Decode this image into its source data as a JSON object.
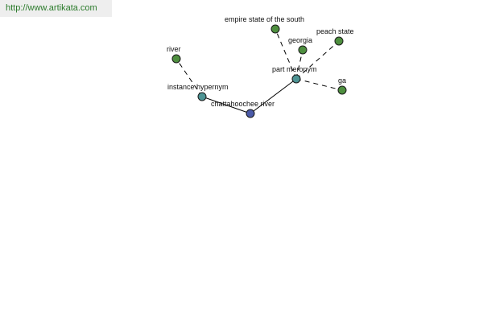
{
  "header": {
    "url": "http://www.artikata.com"
  },
  "colors": {
    "center": "#4b5aa8",
    "relation": "#4d9494",
    "leaf": "#4e8f3f",
    "url": "#2a7a2a"
  },
  "graph": {
    "nodes": {
      "chattahoochee": {
        "label": "chattahoochee river",
        "kind": "center"
      },
      "instance_hypernym": {
        "label": "instance hypernym",
        "kind": "relation"
      },
      "part_meronym": {
        "label": "part meronym",
        "kind": "relation"
      },
      "river": {
        "label": "river",
        "kind": "leaf"
      },
      "empire_state": {
        "label": "empire state of the south",
        "kind": "leaf"
      },
      "georgia": {
        "label": "georgia",
        "kind": "leaf"
      },
      "peach_state": {
        "label": "peach state",
        "kind": "leaf"
      },
      "ga": {
        "label": "ga",
        "kind": "leaf"
      }
    },
    "edges": [
      {
        "from": "chattahoochee",
        "to": "instance_hypernym",
        "style": "solid"
      },
      {
        "from": "chattahoochee",
        "to": "part_meronym",
        "style": "solid"
      },
      {
        "from": "instance_hypernym",
        "to": "river",
        "style": "dashed"
      },
      {
        "from": "part_meronym",
        "to": "empire_state",
        "style": "dashed"
      },
      {
        "from": "part_meronym",
        "to": "georgia",
        "style": "dashed"
      },
      {
        "from": "part_meronym",
        "to": "peach_state",
        "style": "dashed"
      },
      {
        "from": "part_meronym",
        "to": "ga",
        "style": "dashed"
      }
    ]
  }
}
